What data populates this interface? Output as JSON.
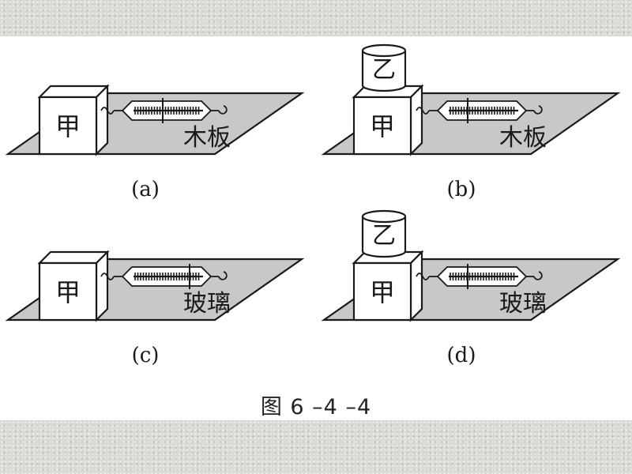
{
  "panels": [
    {
      "id": "a",
      "label": "(a)",
      "block": "甲",
      "top_block": "",
      "surface": "木板"
    },
    {
      "id": "b",
      "label": "(b)",
      "block": "甲",
      "top_block": "乙",
      "surface": "木板"
    },
    {
      "id": "c",
      "label": "(c)",
      "block": "甲",
      "top_block": "",
      "surface": "玻璃"
    },
    {
      "id": "d",
      "label": "(d)",
      "block": "甲",
      "top_block": "乙",
      "surface": "玻璃"
    }
  ],
  "caption": "图 6 –4 –4",
  "colors": {
    "line": "#1a1a1a",
    "surface": "#c8c8c8",
    "face": "#ffffff",
    "band": "#d9d9d6"
  }
}
